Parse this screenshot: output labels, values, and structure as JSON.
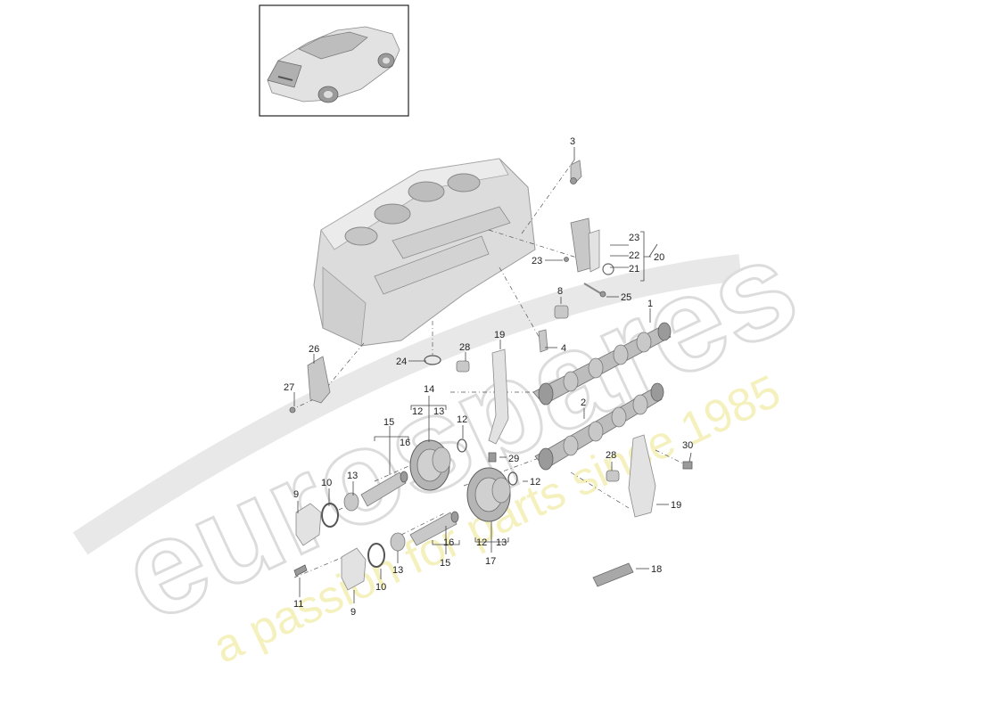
{
  "watermark": {
    "brand": "eurospares",
    "tagline": "a passion for parts since 1985"
  },
  "callouts": {
    "c1": "1",
    "c2": "2",
    "c3": "3",
    "c4": "4",
    "c8": "8",
    "c9a": "9",
    "c9b": "9",
    "c10a": "10",
    "c10b": "10",
    "c11": "11",
    "c12a": "12",
    "c12b": "12",
    "c12c": "12",
    "c12d": "12",
    "c13a": "13",
    "c13b": "13",
    "c13c": "13",
    "c13d": "13",
    "c14": "14",
    "c15a": "15",
    "c15b": "15",
    "c16a": "16",
    "c16b": "16",
    "c17": "17",
    "c18": "18",
    "c19a": "19",
    "c19b": "19",
    "c20": "20",
    "c21": "21",
    "c22": "22",
    "c23a": "23",
    "c23b": "23",
    "c24": "24",
    "c25": "25",
    "c26": "26",
    "c27": "27",
    "c28a": "28",
    "c28b": "28",
    "c29": "29",
    "c30": "30"
  }
}
